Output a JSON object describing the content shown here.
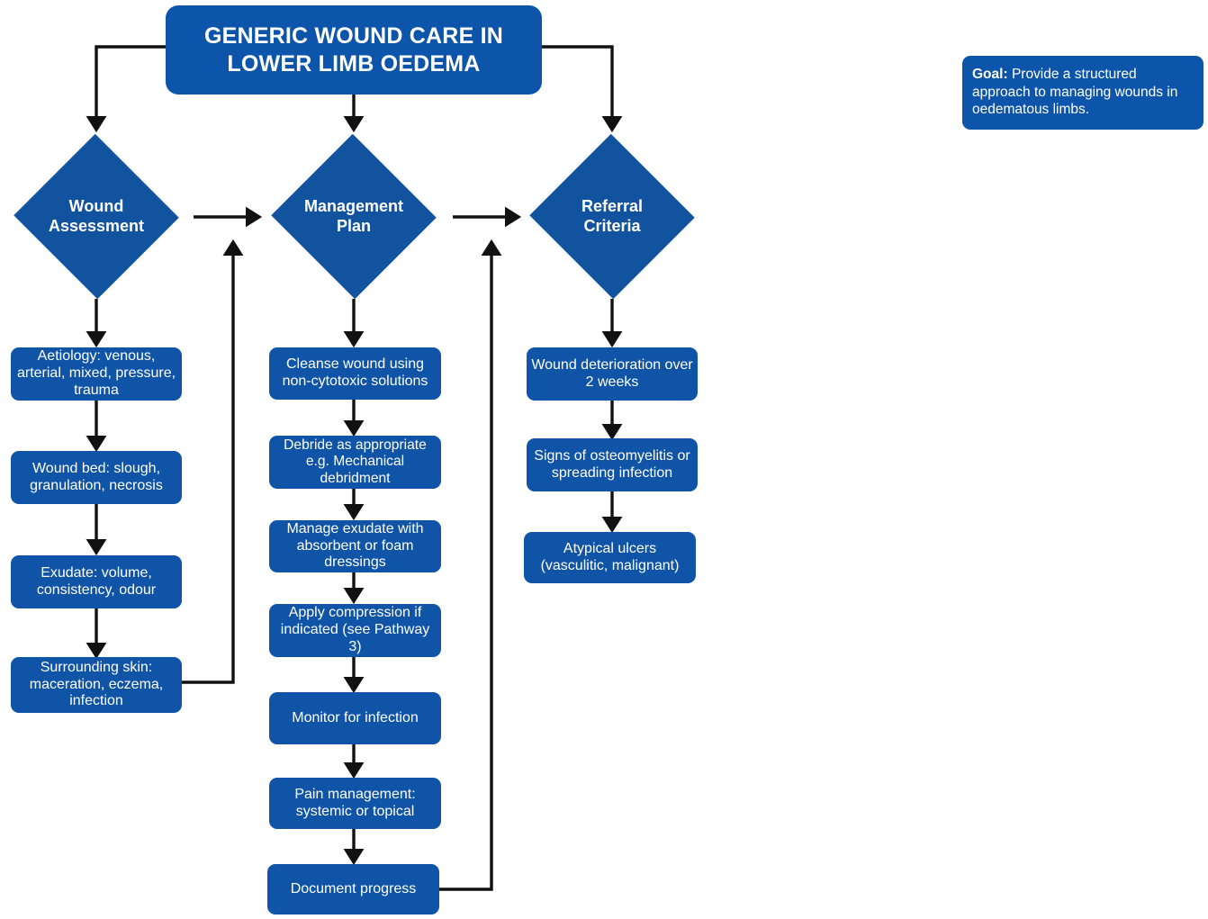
{
  "colors": {
    "node_blue": "#0d55ab",
    "diamond_blue": "#12539f",
    "box_blue": "#0f54a6",
    "edge_black": "#111111",
    "text_white": "#ffffff",
    "background": "#ffffff"
  },
  "title": {
    "line1": "GENERIC WOUND CARE IN",
    "line2": "LOWER LIMB OEDEMA",
    "full": "GENERIC WOUND CARE IN LOWER LIMB OEDEMA"
  },
  "goal": {
    "label": "Goal:",
    "text": "Provide a structured approach to managing wounds in oedematous limbs."
  },
  "stages": [
    {
      "id": "wound-assessment",
      "label": "Wound Assessment",
      "line1": "Wound",
      "line2": "Assessment"
    },
    {
      "id": "management-plan",
      "label": "Management Plan",
      "line1": "Management",
      "line2": "Plan"
    },
    {
      "id": "referral-criteria",
      "label": "Referral Criteria",
      "line1": "Referral",
      "line2": "Criteria"
    }
  ],
  "columns": {
    "assessment": {
      "stage": "Wound Assessment",
      "steps": [
        "Aetiology: venous, arterial, mixed, pressure, trauma",
        "Wound bed: slough, granulation, necrosis",
        "Exudate: volume, consistency, odour",
        "Surrounding skin: maceration, eczema, infection"
      ]
    },
    "management": {
      "stage": "Management Plan",
      "steps": [
        "Cleanse wound using non-cytotoxic solutions",
        "Debride as appropriate e.g. Mechanical debridment",
        "Manage exudate with absorbent or foam dressings",
        "Apply compression if indicated (see Pathway 3)",
        "Monitor for infection",
        "Pain management: systemic or topical",
        "Document progress"
      ]
    },
    "referral": {
      "stage": "Referral Criteria",
      "steps": [
        "Wound deterioration over 2 weeks",
        "Signs of osteomyelitis or spreading infection",
        "Atypical ulcers (vasculitic, malignant)"
      ]
    }
  },
  "connections": [
    {
      "from": "GENERIC WOUND CARE IN LOWER LIMB OEDEMA",
      "to": "Wound Assessment",
      "style": "elbow-down-left"
    },
    {
      "from": "GENERIC WOUND CARE IN LOWER LIMB OEDEMA",
      "to": "Management Plan",
      "style": "straight-down"
    },
    {
      "from": "GENERIC WOUND CARE IN LOWER LIMB OEDEMA",
      "to": "Referral Criteria",
      "style": "elbow-down-right"
    },
    {
      "from": "Wound Assessment",
      "to": "Management Plan",
      "style": "horizontal-arrow"
    },
    {
      "from": "Management Plan",
      "to": "Referral Criteria",
      "style": "horizontal-arrow"
    },
    {
      "from": "Surrounding skin: maceration, eczema, infection",
      "to": "Management Plan",
      "style": "feedback-loop-up"
    },
    {
      "from": "Document progress",
      "to": "Referral Criteria",
      "style": "feedback-loop-up"
    }
  ]
}
